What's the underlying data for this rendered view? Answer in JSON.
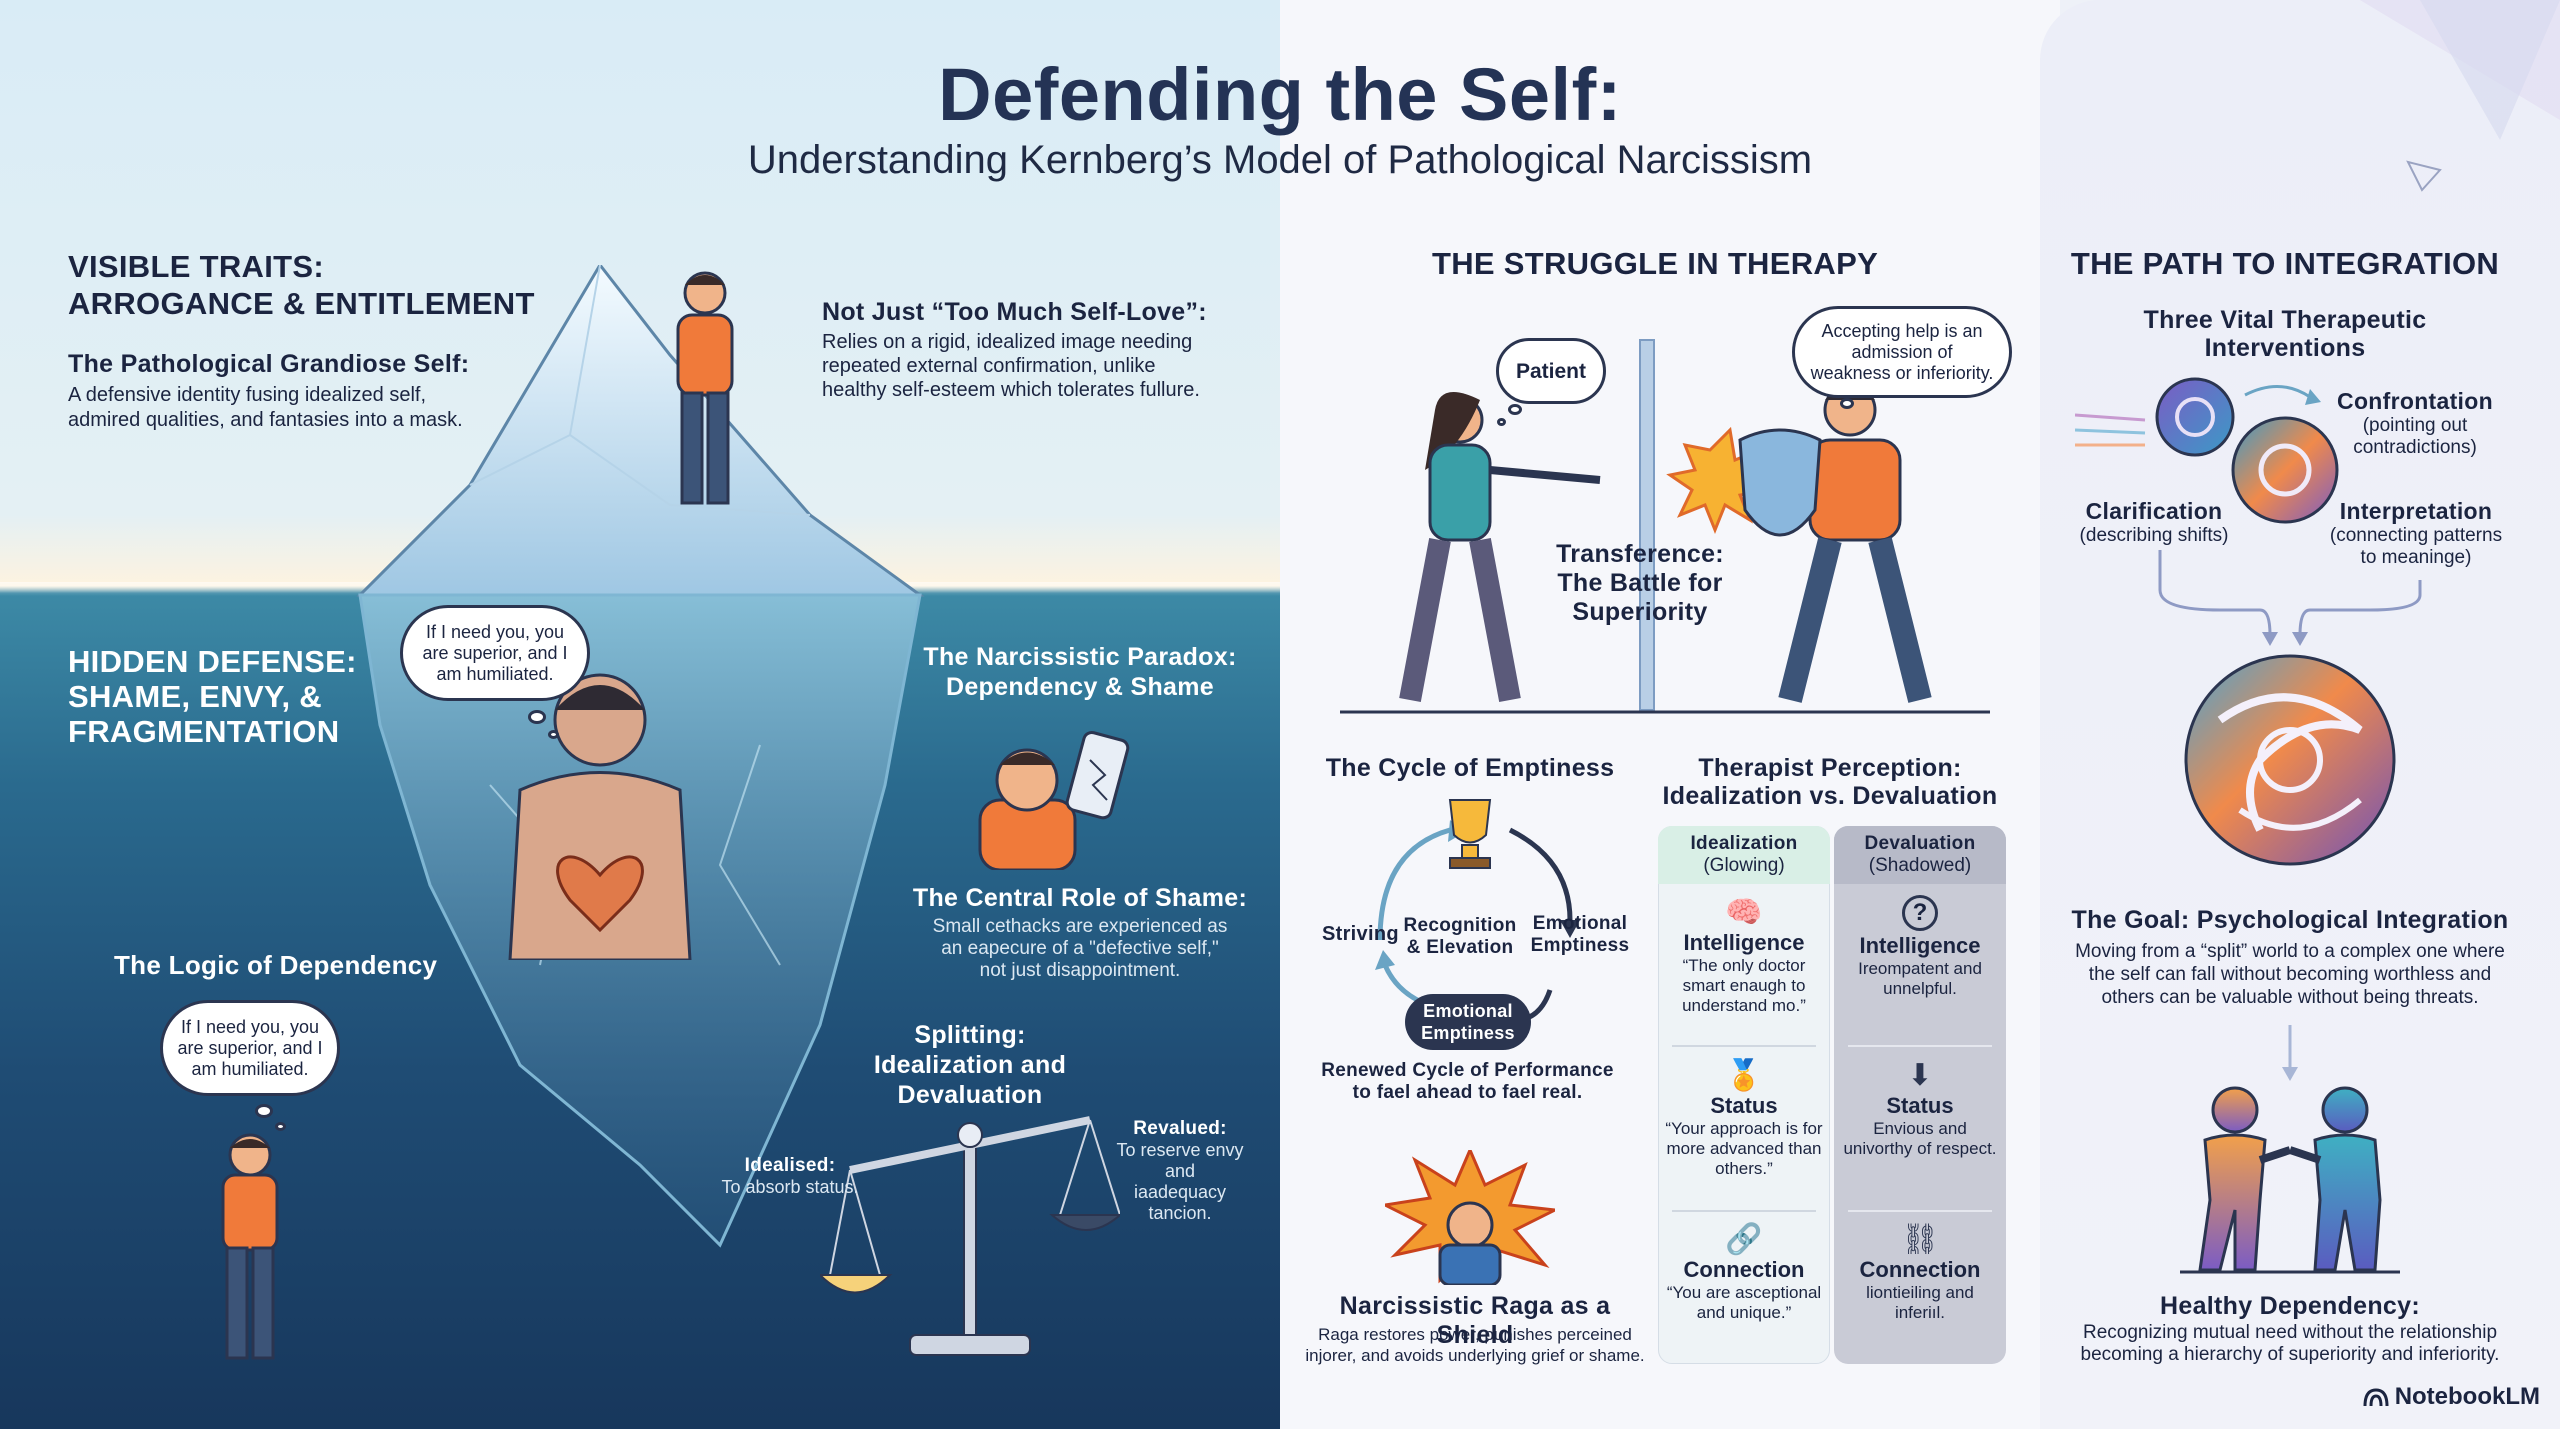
{
  "header": {
    "title": "Defending the Self:",
    "subtitle": "Understanding Kernberg’s Model of Pathological Narcissism"
  },
  "left": {
    "visible": {
      "heading_line1": "VISIBLE TRAITS:",
      "heading_line2": "ARROGANCE & ENTITLEMENT",
      "grandiose_title": "The Pathological Grandiose Self:",
      "grandiose_desc_1": "A defensive identity fusing idealized self,",
      "grandiose_desc_2": "admired qualities, and fantasies into a mask."
    },
    "not_just": {
      "title": "Not Just “Too Much Self-Love”:",
      "desc_1": "Relies on a rigid, idealized image needing",
      "desc_2": "repeated external confirmation, unlike",
      "desc_3": "healthy self-esteem which tolerates fullure."
    },
    "hidden": {
      "line1": "HIDDEN DEFENSE:",
      "line2": "SHAME, ENVY, &",
      "line3": "FRAGMENTATION"
    },
    "bubble_top": "If I need you, you are superior, and I am humiliated.",
    "paradox": {
      "line1": "The Narcissistic Paradox:",
      "line2": "Dependency & Shame"
    },
    "shame": {
      "title": "The Central Role of Shame:",
      "desc_1": "Small cethacks are experienced as",
      "desc_2": "an eapecure of a \"defective self,\"",
      "desc_3": "not just disappointment."
    },
    "logic_title": "The Logic of Dependency",
    "bubble_bottom": "If I need you, you are superior, and I am humiliated.",
    "splitting": {
      "line1": "Splitting:",
      "line2": "Idealization and Devaluation"
    },
    "idealised": {
      "title": "Idealised:",
      "desc": "To absorb status."
    },
    "revalued": {
      "title": "Revalued:",
      "desc_1": "To reserve envy and",
      "desc_2": "iaadequacy tancion."
    }
  },
  "middle": {
    "heading": "THE STRUGGLE IN THERAPY",
    "patient_bubble": "Patient",
    "therapist_bubble": "Accepting help is an admission of weakness or inferiority.",
    "transference": {
      "line1": "Transference:",
      "line2": "The Battle for",
      "line3": "Superiority"
    },
    "cycle": {
      "title": "The Cycle of Emptiness",
      "striving": "Striving",
      "recognition_1": "Recognition",
      "recognition_2": "& Elevation",
      "emotional_1": "Emotional",
      "emotional_2": "Emptiness",
      "pill_1": "Emotional",
      "pill_2": "Emptiness",
      "renewed_1": "Renewed Cycle of Performance",
      "renewed_2": "to fael ahead to fael real."
    },
    "rage": {
      "title": "Narcissistic Raga as a Shield",
      "desc_1": "Raga restores power, punishes perceined",
      "desc_2": "injorer, and avoids underlying grief or shame."
    },
    "perception": {
      "title_1": "Therapist Perception:",
      "title_2": "Idealization vs. Devaluation",
      "col_ideal_1": "Idealization",
      "col_ideal_2": "(Glowing)",
      "col_deval_1": "Devaluation",
      "col_deval_2": "(Shadowed)",
      "rows": [
        {
          "ideal_title": "Intelligence",
          "ideal_desc": "“The only doctor smart enaugh to understand mo.”",
          "deval_title": "Intelligence",
          "deval_desc": "Ireompatent and unnelpful."
        },
        {
          "ideal_title": "Status",
          "ideal_desc": "“Your approach is for more advanced than others.”",
          "deval_title": "Status",
          "deval_desc": "Envious and univorthy of respect."
        },
        {
          "ideal_title": "Connection",
          "ideal_desc": "“You are asceptional and unique.”",
          "deval_title": "Connection",
          "deval_desc": "liontieiling and inferiıl."
        }
      ]
    }
  },
  "right": {
    "heading": "THE PATH TO INTEGRATION",
    "interventions_1": "Three Vital Therapeutic",
    "interventions_2": "Interventions",
    "confrontation": {
      "title": "Confrontation",
      "desc_1": "(pointing out",
      "desc_2": "contradictions)"
    },
    "clarification": {
      "title": "Clarification",
      "desc": "(describing shifts)"
    },
    "interpretation": {
      "title": "Interpretation",
      "desc_1": "(connecting patterns",
      "desc_2": "to meaninge)"
    },
    "goal": {
      "title": "The Goal: Psychological Integration",
      "desc_1": "Moving from a “split” world to a complex one where",
      "desc_2": "the self can fall without becoming worthless and",
      "desc_3": "others can be valuable without being threats."
    },
    "dependency": {
      "title": "Healthy Dependency:",
      "desc_1": "Recognizing mutual need without the relationship",
      "desc_2": "becoming a hierarchy of superiority and inferiority."
    }
  },
  "brand": "NotebookLM",
  "colors": {
    "navy": "#243355",
    "ocean_deep": "#17375c",
    "ocean_light": "#3d8aa6",
    "accent_orange": "#f07a3a",
    "ideal_col": "#d9efe6",
    "deval_col": "#c9cbd6"
  }
}
